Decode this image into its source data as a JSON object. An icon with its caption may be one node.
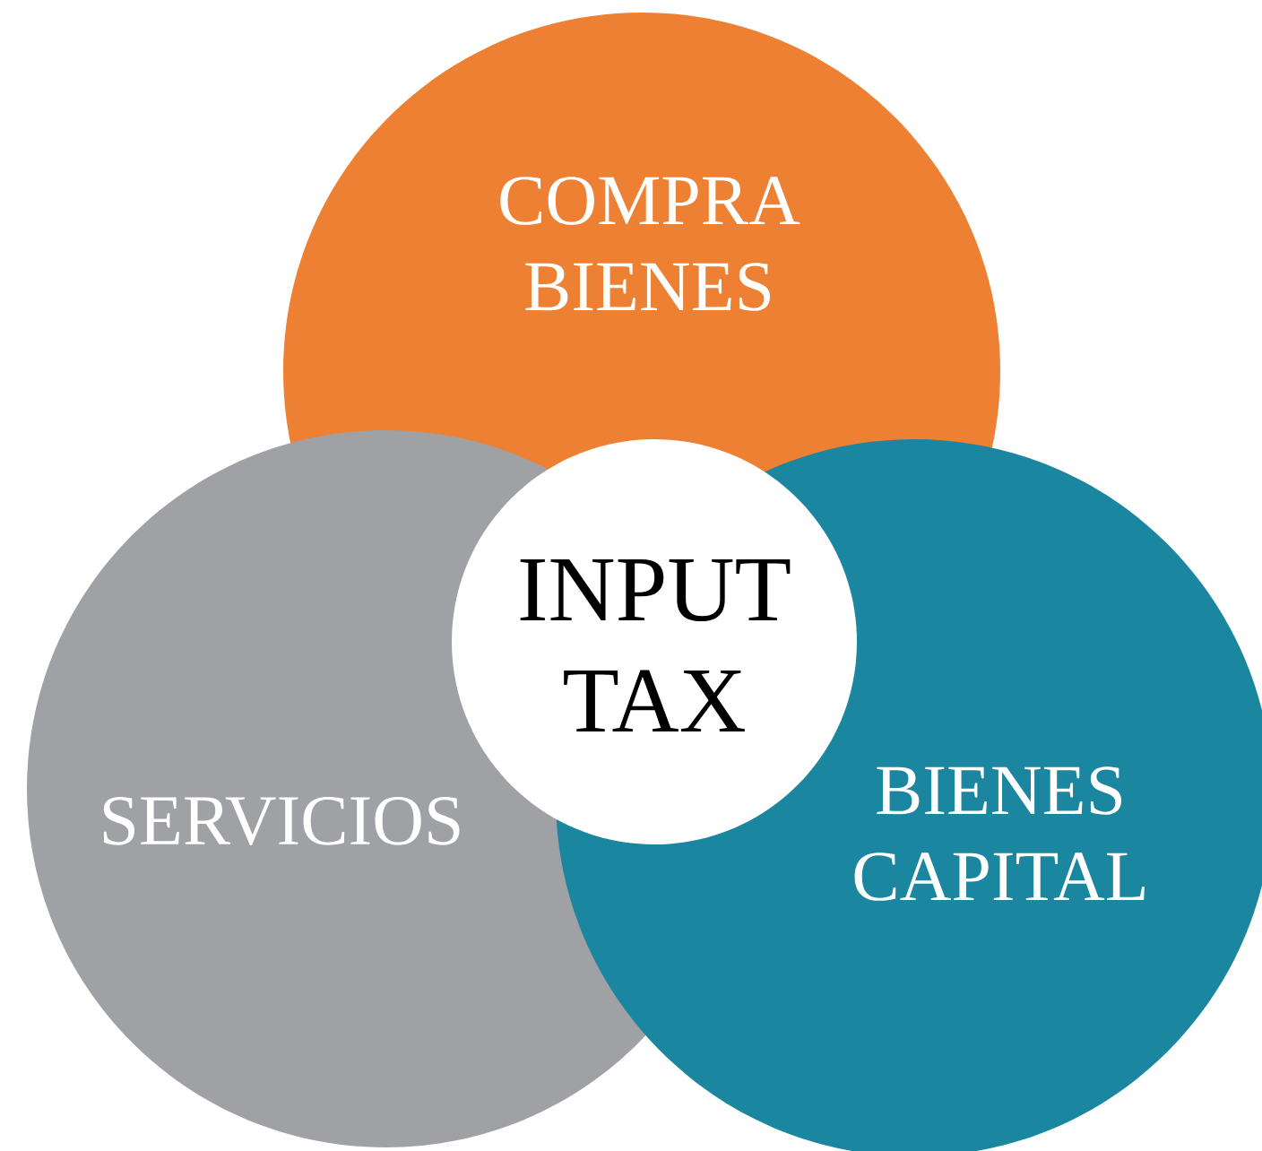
{
  "diagram": {
    "nodes": [
      {
        "text": [
          "COMPRA BIENES"
        ]
      },
      {
        "text": [
          "SERVICIOS"
        ]
      },
      {
        "text": [
          "BIENES CAPITAL"
        ]
      },
      {
        "text": [
          "INPUT TAX"
        ]
      }
    ]
  }
}
